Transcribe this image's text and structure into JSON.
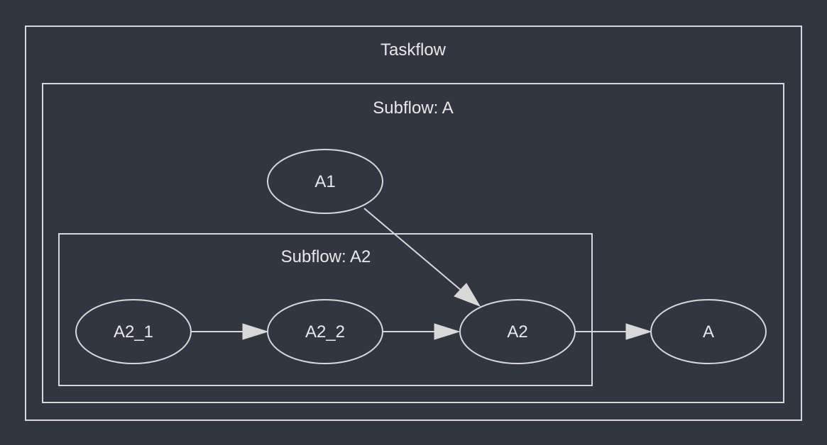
{
  "colors": {
    "background": "#313640",
    "stroke": "#d8d8d8",
    "text": "#e8e8e8"
  },
  "clusters": {
    "taskflow": "Taskflow",
    "subflow_a": "Subflow: A",
    "subflow_a2": "Subflow: A2"
  },
  "nodes": {
    "a1": "A1",
    "a2_1": "A2_1",
    "a2_2": "A2_2",
    "a2": "A2",
    "a": "A"
  },
  "edges": [
    {
      "from": "A2_1",
      "to": "A2_2"
    },
    {
      "from": "A2_2",
      "to": "A2"
    },
    {
      "from": "A1",
      "to": "A2"
    },
    {
      "from": "A2",
      "to": "A"
    }
  ]
}
